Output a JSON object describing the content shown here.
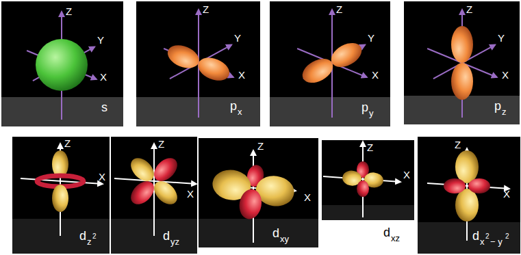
{
  "diagram": {
    "labels": [
      "Z",
      "Y",
      "X",
      "s",
      "Z",
      "Y",
      "X",
      "p",
      "x",
      "Z",
      "Y",
      "X",
      "p",
      "y",
      "Z",
      "Y",
      "X",
      "p",
      "z",
      "Z",
      "X",
      "d",
      "z",
      "2",
      "Z",
      "X",
      "d",
      "yz",
      "Z",
      "X",
      "d",
      "xy",
      "Z",
      "X",
      "d",
      "xz",
      "Z",
      "X",
      "d",
      "x",
      "2",
      "− y",
      "2"
    ]
  }
}
